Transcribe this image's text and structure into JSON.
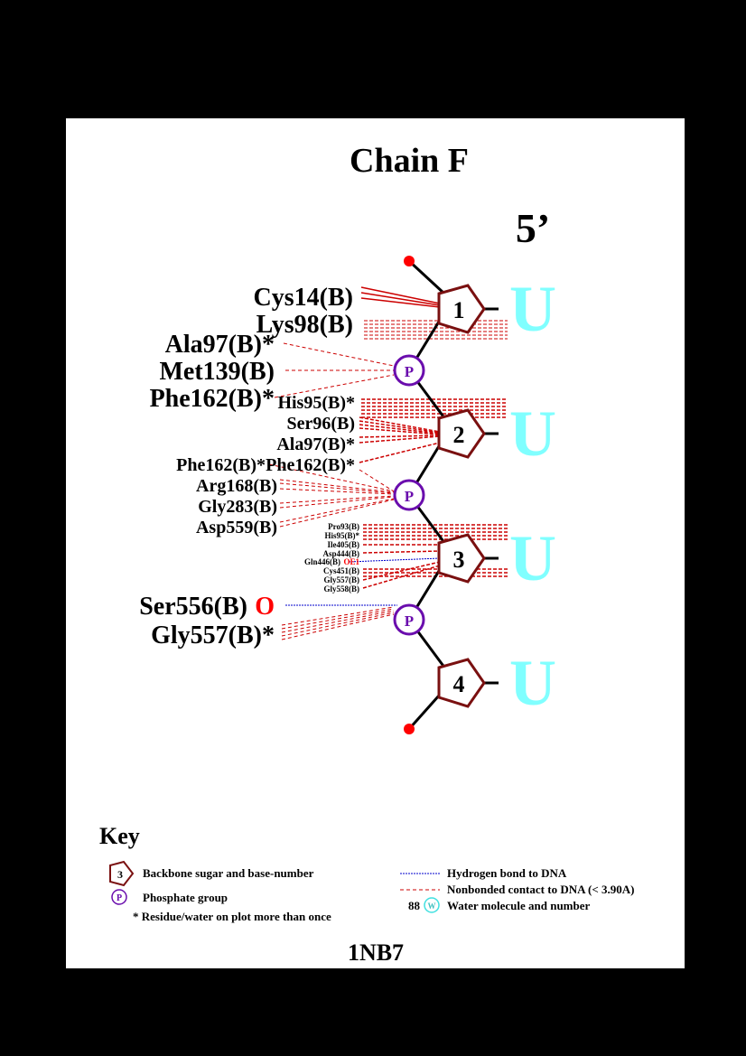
{
  "colors": {
    "background_outer": "#000000",
    "panel": "#ffffff",
    "sugar_stroke": "#7a1010",
    "phosphate_stroke": "#6a0dad",
    "base_letter": "#80ffff",
    "nonbonded": "#cc0000",
    "hbond": "#0000cc",
    "atom_red": "#ff0000"
  },
  "title": "Chain F",
  "five_prime": "5’",
  "nucleotides": [
    {
      "number": "1",
      "base": "U"
    },
    {
      "number": "2",
      "base": "U"
    },
    {
      "number": "3",
      "base": "U"
    },
    {
      "number": "4",
      "base": "U"
    }
  ],
  "phosphate_label": "P",
  "residues": {
    "cys14": "Cys14(B)",
    "lys98": "Lys98(B)",
    "ala97_a": "Ala97(B)*",
    "met139": "Met139(B)",
    "phe162_a": "Phe162(B)*",
    "his95_a": "His95(B)*",
    "ser96": "Ser96(B)",
    "ala97_b": "Ala97(B)*",
    "phe162_b": "Phe162(B)*",
    "phe162_c": "Phe162(B)*",
    "arg168": "Arg168(B)",
    "gly283": "Gly283(B)",
    "asp559": "Asp559(B)",
    "pro93": "Pro93(B)",
    "his95_b": "His95(B)*",
    "ile405": "Ile405(B)",
    "asp444": "Asp444(B)",
    "gln446": "Gln446(B)",
    "gln446_atom": "OE1",
    "cys451": "Cys451(B)",
    "gly557_a": "Gly557(B)",
    "gly558": "Gly558(B)",
    "ser556": "Ser556(B)",
    "ser556_atom": "O",
    "gly557_b": "Gly557(B)*"
  },
  "key": {
    "title": "Key",
    "sugar_example_number": "3",
    "sugar_text": "Backbone sugar and base-number",
    "phosphate_text": "Phosphate group",
    "repeat_text": "* Residue/water on plot more than once",
    "hbond_text": "Hydrogen bond to DNA",
    "nonbonded_text": "Nonbonded contact to DNA (< 3.90A)",
    "water_number": "88",
    "water_symbol": "W",
    "water_text": "Water molecule and number"
  },
  "pdb_id": "1NB7"
}
